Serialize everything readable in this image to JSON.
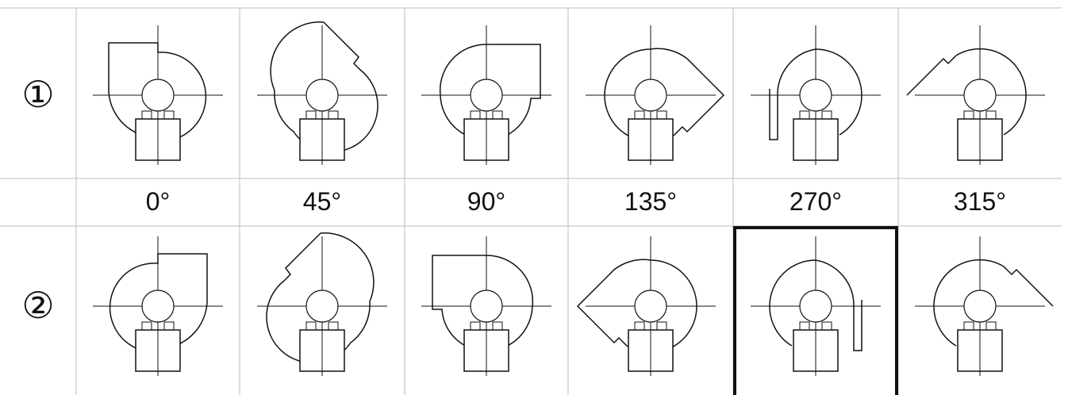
{
  "table": {
    "row_markers": [
      "①",
      "②"
    ],
    "angles": [
      "0°",
      "45°",
      "90°",
      "135°",
      "270°",
      "315°"
    ],
    "highlighted": {
      "row": 2,
      "column_angle": "270°"
    }
  },
  "diagrams": {
    "row1": [
      {
        "angle": "0°",
        "outlet": "top-left",
        "facing": "up"
      },
      {
        "angle": "45°",
        "outlet": "top",
        "facing": "up-left"
      },
      {
        "angle": "90°",
        "outlet": "right",
        "facing": "up"
      },
      {
        "angle": "135°",
        "outlet": "lower-right",
        "facing": "right"
      },
      {
        "angle": "270°",
        "outlet": "lower-left",
        "facing": "down"
      },
      {
        "angle": "315°",
        "outlet": "left",
        "facing": "left"
      }
    ],
    "row2": [
      {
        "angle": "0°",
        "outlet": "top-right",
        "facing": "up"
      },
      {
        "angle": "45°",
        "outlet": "top",
        "facing": "up-right"
      },
      {
        "angle": "90°",
        "outlet": "left",
        "facing": "up"
      },
      {
        "angle": "135°",
        "outlet": "lower-left",
        "facing": "left"
      },
      {
        "angle": "270°",
        "outlet": "lower-right",
        "facing": "down"
      },
      {
        "angle": "315°",
        "outlet": "right",
        "facing": "right"
      }
    ]
  },
  "colors": {
    "line": "#111111",
    "grid": "#bdbdbd",
    "highlight": "#111111",
    "background": "#ffffff"
  }
}
